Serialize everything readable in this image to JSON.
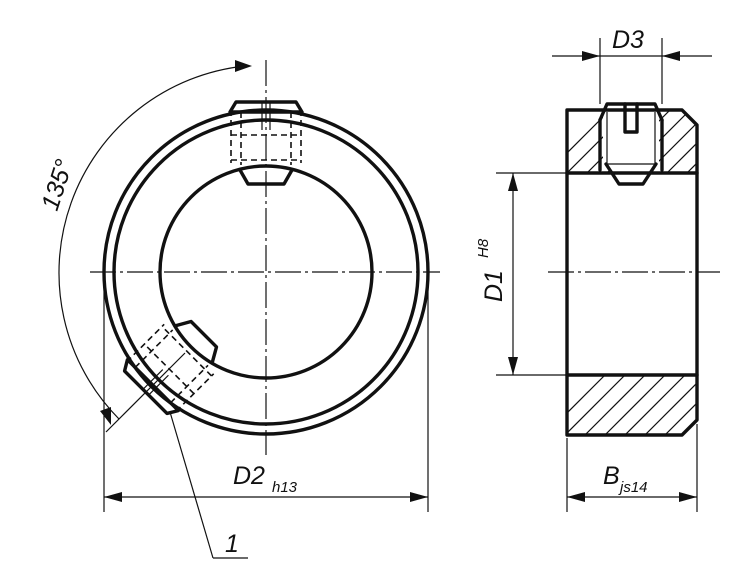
{
  "labels": {
    "angle": "135°",
    "d2_main": "D2",
    "d2_sub": "h13",
    "d1_main": "D1",
    "d1_sup": "H8",
    "d3": "D3",
    "b_main": "B",
    "b_sub": "js14",
    "item": "1"
  }
}
